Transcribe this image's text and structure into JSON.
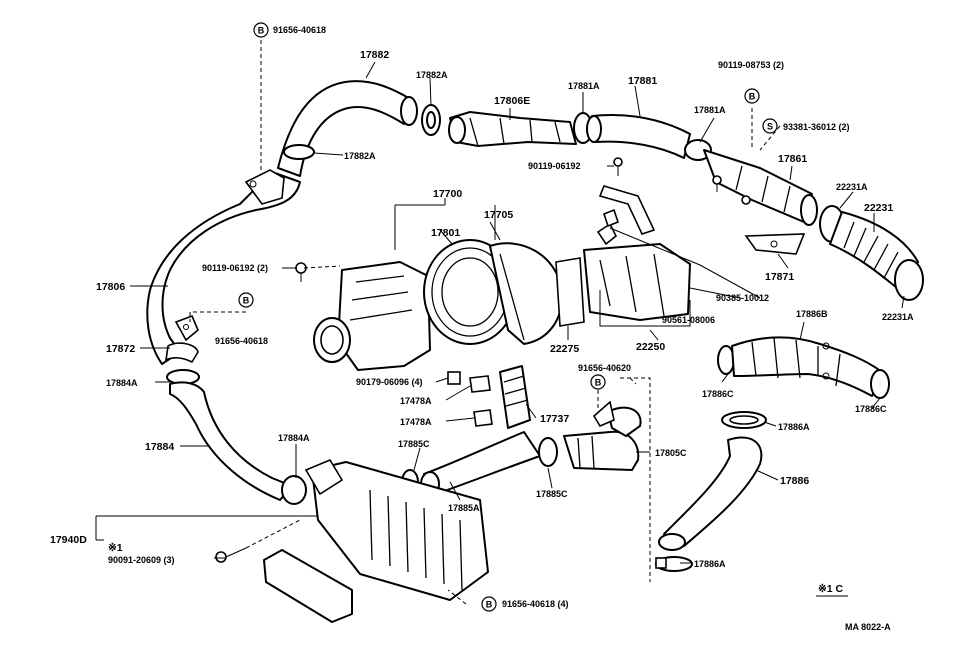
{
  "labels": {
    "l17882": "17882",
    "l17882A_top": "17882A",
    "l17882A_mid": "17882A",
    "l17806E": "17806E",
    "l17881A_l": "17881A",
    "l17881": "17881",
    "l17881A_r": "17881A",
    "l90119_08753": "90119-08753 (2)",
    "l93381": "93381-36012 (2)",
    "l17861": "17861",
    "l22231A_top": "22231A",
    "l22231": "22231",
    "l22231A_bot": "22231A",
    "l17871": "17871",
    "l90119_06192_top": "90119-06192",
    "l17700": "17700",
    "l17705": "17705",
    "l17801": "17801",
    "l90119_06192_left": "90119-06192 (2)",
    "l90385": "90385-10012",
    "l90561": "90561-08006",
    "l22275": "22275",
    "l22250": "22250",
    "l17806": "17806",
    "l91656_top": "91656-40618",
    "l91656_mid": "91656-40618",
    "l17872": "17872",
    "l17884A_l": "17884A",
    "l17884": "17884",
    "l17884A_b": "17884A",
    "l90179": "90179-06096 (4)",
    "l17478A_1": "17478A",
    "l17478A_2": "17478A",
    "l17737": "17737",
    "l91656_40620": "91656-40620",
    "l17886B": "17886B",
    "l17886C_l": "17886C",
    "l17886C_r": "17886C",
    "l17886A_top": "17886A",
    "l17886": "17886",
    "l17886A_bot": "17886A",
    "l17805C": "17805C",
    "l17885C_top": "17885C",
    "l17885C_bot": "17885C",
    "l17885A": "17885A",
    "l17940D": "17940D",
    "l_note1": "※1",
    "l90091": "90091-20609 (3)",
    "l91656_bot": "91656-40618 (4)",
    "l_note1c": "※1 C",
    "l_figcode": "MA  8022-A"
  },
  "symbols": {
    "b_letter": "B",
    "s_letter": "S"
  }
}
